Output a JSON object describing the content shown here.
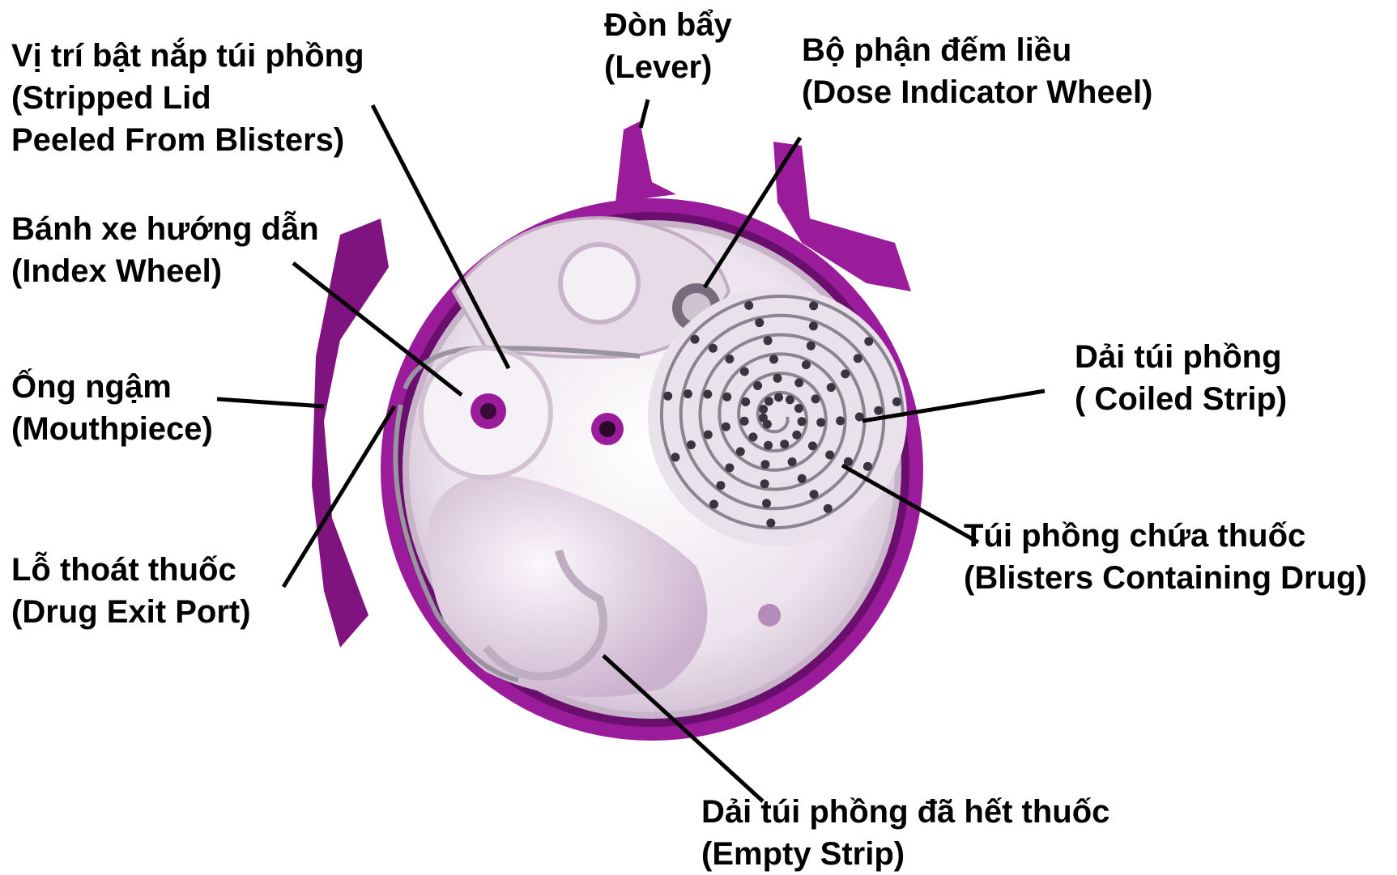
{
  "colors": {
    "casing": "#9b1c9b",
    "casing_dark": "#6a0f6d",
    "interior": "#efe6ef",
    "interior_shade": "#d9c6da",
    "strip": "#8a8490",
    "blister": "#3a3440",
    "leader": "#000000"
  },
  "labels": {
    "lever": {
      "vi": "Đòn bẩy",
      "en": "(Lever)"
    },
    "stripped_lid": {
      "vi": "Vị trí bật nắp túi phồng",
      "en1": "(Stripped Lid",
      "en2": "Peeled From Blisters)"
    },
    "dose_indicator": {
      "vi": "Bộ phận đếm liều",
      "en": "(Dose Indicator Wheel)"
    },
    "index_wheel": {
      "vi": "Bánh xe hướng dẫn",
      "en": "(Index Wheel)"
    },
    "coiled_strip": {
      "vi": "Dải túi phồng",
      "en": "( Coiled Strip)"
    },
    "mouthpiece": {
      "vi": "Ống ngậm",
      "en": "(Mouthpiece)"
    },
    "blisters_drug": {
      "vi": "Túi phồng chứa thuốc",
      "en": "(Blisters Containing Drug)"
    },
    "drug_exit": {
      "vi": "Lỗ thoát thuốc",
      "en": "(Drug Exit Port)"
    },
    "empty_strip": {
      "vi": "Dải túi phồng đã hết thuốc",
      "en": "(Empty Strip)"
    }
  }
}
